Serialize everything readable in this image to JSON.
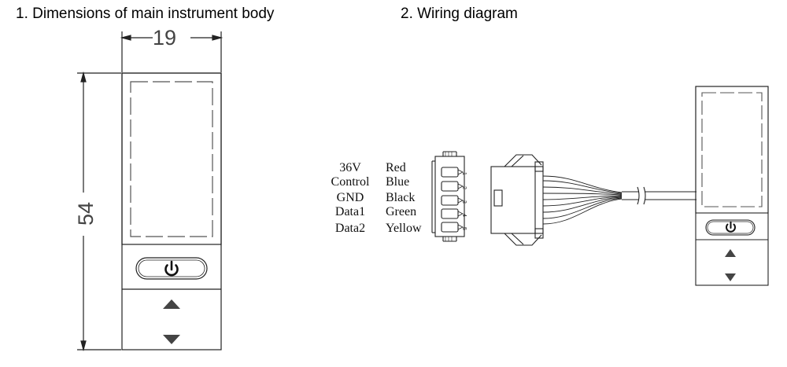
{
  "headings": {
    "dimensions": "1. Dimensions of main instrument body",
    "wiring": "2. Wiring diagram"
  },
  "dimensions": {
    "width_label": "19",
    "height_label": "54"
  },
  "wiring": {
    "signals": [
      "36V",
      "Control",
      "GND",
      "Data1",
      "Data2"
    ],
    "colors": [
      "Red",
      "Blue",
      "Black",
      "Green",
      "Yellow"
    ],
    "pin_numbers": [
      "1",
      "2",
      "3",
      "4",
      "5"
    ]
  }
}
